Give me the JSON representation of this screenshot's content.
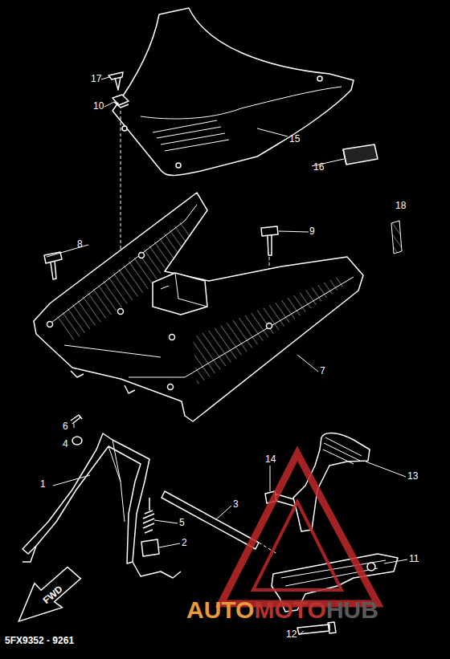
{
  "diagram": {
    "nodes": [
      {
        "text": [
          "FWD"
        ]
      }
    ],
    "labels": [
      "17",
      "10",
      "15",
      "16",
      "18",
      "8",
      "9",
      "7",
      "6",
      "4",
      "1",
      "5",
      "2",
      "3",
      "14",
      "13",
      "11",
      "12",
      "5FX9352 - 9261",
      "AUTO",
      "MOTO",
      "HUB"
    ]
  }
}
